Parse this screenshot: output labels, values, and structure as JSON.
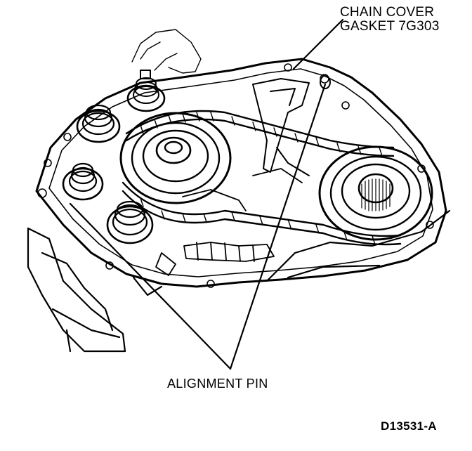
{
  "callouts": {
    "chain_cover_gasket_line1": "CHAIN COVER",
    "chain_cover_gasket_line2": "GASKET 7G303",
    "alignment_pin": "ALIGNMENT PIN"
  },
  "figure_id": "D13531-A",
  "colors": {
    "ink": "#000000",
    "paper": "#ffffff"
  }
}
